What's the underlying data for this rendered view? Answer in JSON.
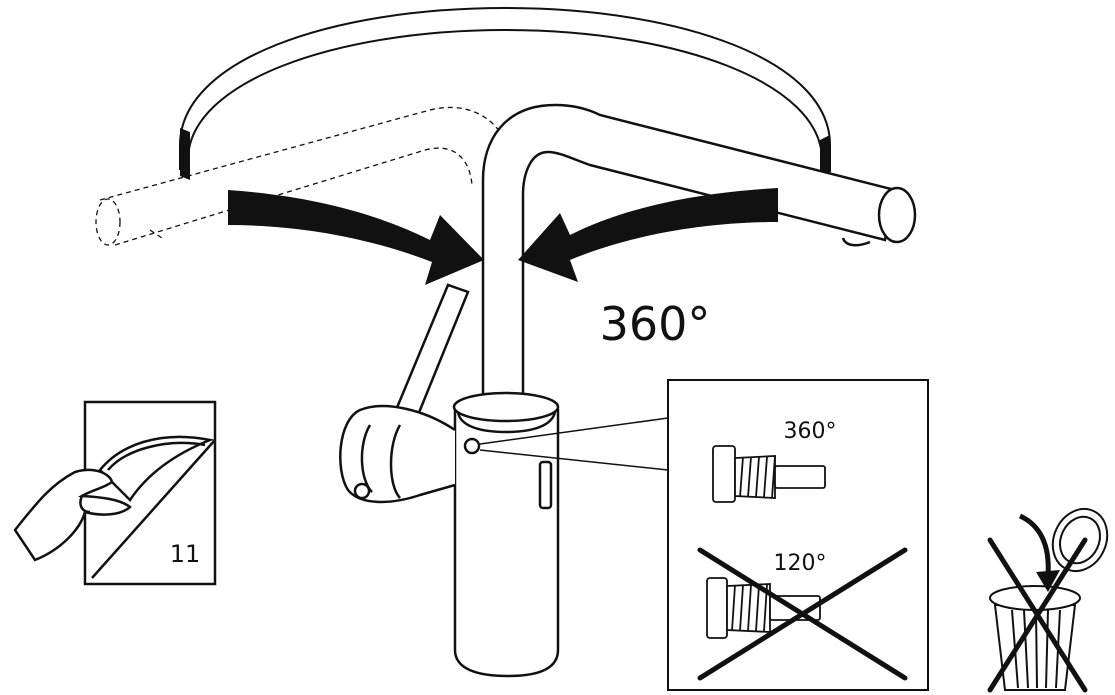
{
  "labels": {
    "rotation_main": "360°",
    "detail_allowed": "360°",
    "detail_forbidden": "120°",
    "manual_page": "11"
  },
  "colors": {
    "ink": "#111111",
    "background": "#ffffff"
  },
  "icons": {
    "faucet": "faucet-illustration",
    "rotation": "rotation-arrows-icon",
    "manual": "manual-page-turn-icon",
    "stop_screw": "stop-screw-icon",
    "trash": "trash-can-crossed-icon"
  }
}
